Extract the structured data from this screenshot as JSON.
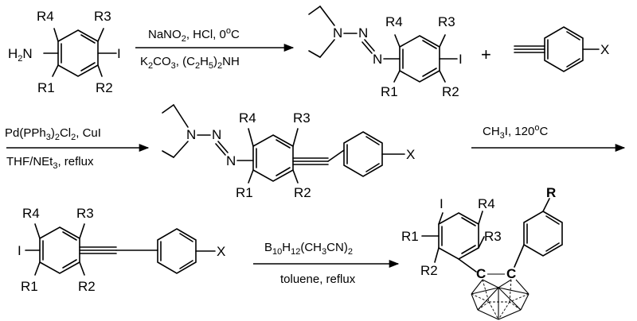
{
  "scheme": {
    "compound1": {
      "amine": "H",
      "amine_sub": "2",
      "amine_n": "N",
      "r1": "R1",
      "r2": "R2",
      "r3": "R3",
      "r4": "R4",
      "iodo": "I"
    },
    "step1": {
      "reagent_top_a": "NaNO",
      "reagent_top_a_sub": "2",
      "reagent_top_b": ", HCl, 0",
      "reagent_top_b_sup": "o",
      "reagent_top_b_end": "C",
      "reagent_bottom_a": "K",
      "reagent_bottom_a_sub1": "2",
      "reagent_bottom_b": "CO",
      "reagent_bottom_b_sub": "3",
      "reagent_bottom_c": ", (C",
      "reagent_bottom_c_sub": "2",
      "reagent_bottom_d": "H",
      "reagent_bottom_d_sub": "5",
      "reagent_bottom_e": ")",
      "reagent_bottom_e_sub": "2",
      "reagent_bottom_f": "NH"
    },
    "compound2": {
      "n1": "N",
      "n2": "N",
      "n3": "N",
      "r1": "R1",
      "r2": "R2",
      "r3": "R3",
      "r4": "R4",
      "iodo": "I"
    },
    "plus": "+",
    "alkyne_reagent": {
      "x": "X"
    },
    "step2": {
      "line1_a": "Pd(PPh",
      "line1_a_sub": "3",
      "line1_b": ")",
      "line1_b_sub": "2",
      "line1_c": "Cl",
      "line1_c_sub": "2",
      "line1_d": ", CuI",
      "line2_a": "THF/NEt",
      "line2_a_sub": "3",
      "line2_b": ", reflux"
    },
    "compound3": {
      "n1": "N",
      "n2": "N",
      "n3": "N",
      "r1": "R1",
      "r2": "R2",
      "r3": "R3",
      "r4": "R4",
      "x": "X"
    },
    "step3": {
      "reagent_a": "CH",
      "reagent_a_sub": "3",
      "reagent_b": "I, 120",
      "reagent_b_sup": "o",
      "reagent_b_end": "C"
    },
    "compound4": {
      "r1": "R1",
      "r2": "R2",
      "r3": "R3",
      "r4": "R4",
      "iodo": "I",
      "x": "X"
    },
    "step4": {
      "top_a": "B",
      "top_a_sub": "10",
      "top_b": "H",
      "top_b_sub": "12",
      "top_c": "(CH",
      "top_c_sub": "3",
      "top_d": "CN)",
      "top_d_sub": "2",
      "bottom": "toluene, reflux"
    },
    "product": {
      "iodo": "I",
      "r1": "R1",
      "r2": "R2",
      "r3": "R3",
      "r4": "R4",
      "r": "R",
      "c1": "C",
      "c2": "C"
    }
  }
}
